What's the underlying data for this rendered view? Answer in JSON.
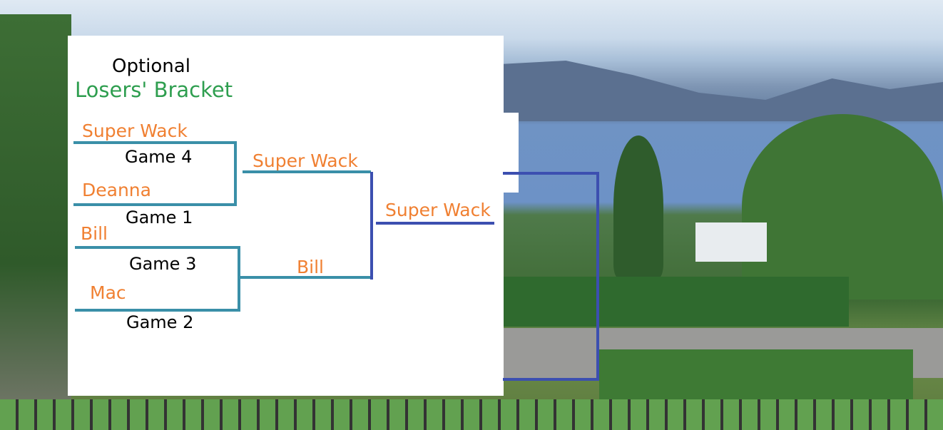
{
  "title": {
    "line1": "Optional",
    "line2": "Losers' Bracket"
  },
  "colors": {
    "player": "#f08032",
    "title_green": "#2e9e4f",
    "round1_line": "#3a8fa8",
    "later_line": "#3c4fb0"
  },
  "round1": [
    {
      "top_player": "Super Wack",
      "game_label": "Game 4",
      "bottom_player": "Deanna",
      "below_label": "Game 1"
    },
    {
      "top_player": "Bill",
      "game_label": "Game 3",
      "bottom_player": "Mac",
      "below_label": "Game 2"
    }
  ],
  "round2": [
    {
      "player": "Super Wack"
    },
    {
      "player": "Bill"
    }
  ],
  "final": {
    "player": "Super Wack"
  }
}
